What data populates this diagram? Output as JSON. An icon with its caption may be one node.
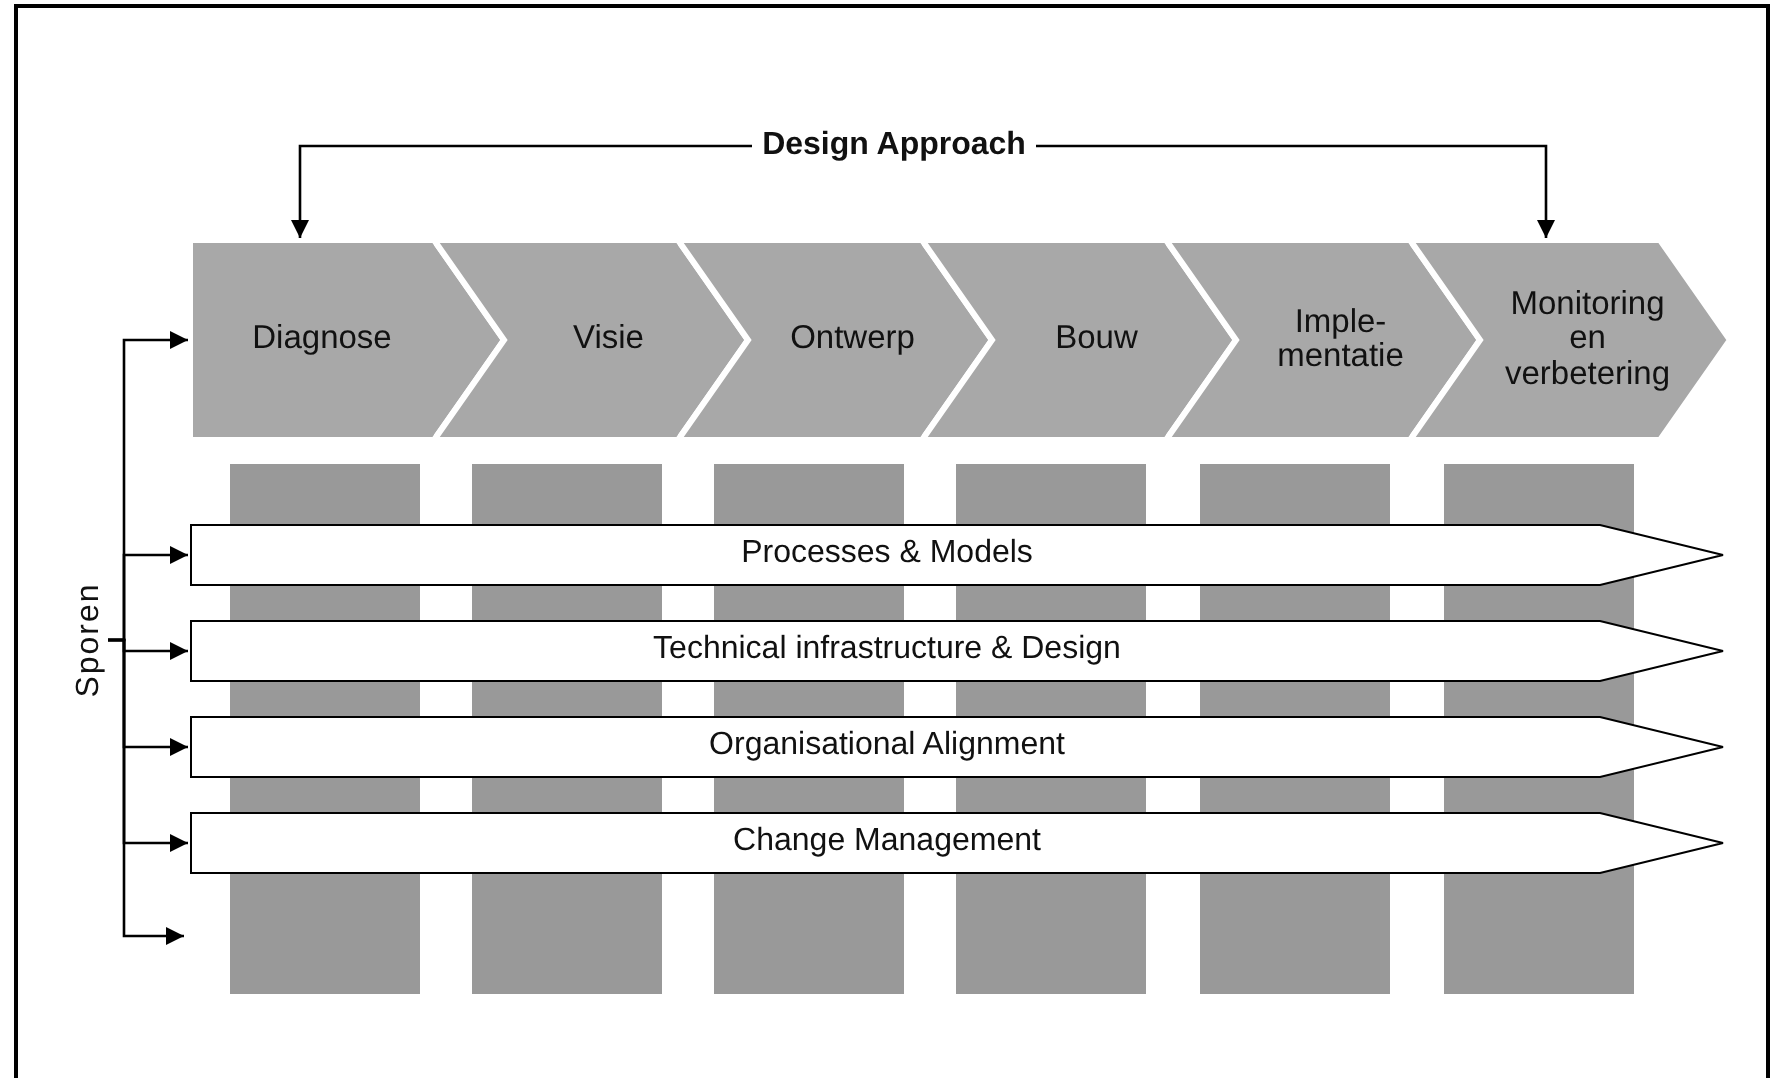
{
  "diagram": {
    "nodes": [
      {
        "text": [
          "Design Approach"
        ]
      },
      {
        "text": [
          "Diagnose"
        ]
      },
      {
        "text": [
          "Visie"
        ]
      },
      {
        "text": [
          "Ontwerp"
        ]
      },
      {
        "text": [
          "Bouw"
        ]
      },
      {
        "text": [
          "Imple- mentatie"
        ]
      },
      {
        "text": [
          "Monitoring en verbetering"
        ]
      },
      {
        "text": [
          "Sporen"
        ]
      },
      {
        "text": [
          "Processes & Models"
        ]
      },
      {
        "text": [
          "Technical infrastructure & Design"
        ]
      },
      {
        "text": [
          "Organisational Alignment"
        ]
      },
      {
        "text": [
          "Change Management"
        ]
      }
    ],
    "edges": [
      {
        "from": 0,
        "to": 1,
        "arrow": "to"
      },
      {
        "from": 0,
        "to": 6,
        "arrow": "to"
      },
      {
        "from": 7,
        "to": 1,
        "arrow": "to"
      },
      {
        "from": 7,
        "to": 8,
        "arrow": "to"
      },
      {
        "from": 7,
        "to": 9,
        "arrow": "to"
      },
      {
        "from": 7,
        "to": 10,
        "arrow": "to"
      },
      {
        "from": 7,
        "to": 11,
        "arrow": "to"
      },
      {
        "from": 7,
        "to": null,
        "arrow": "to"
      }
    ]
  }
}
